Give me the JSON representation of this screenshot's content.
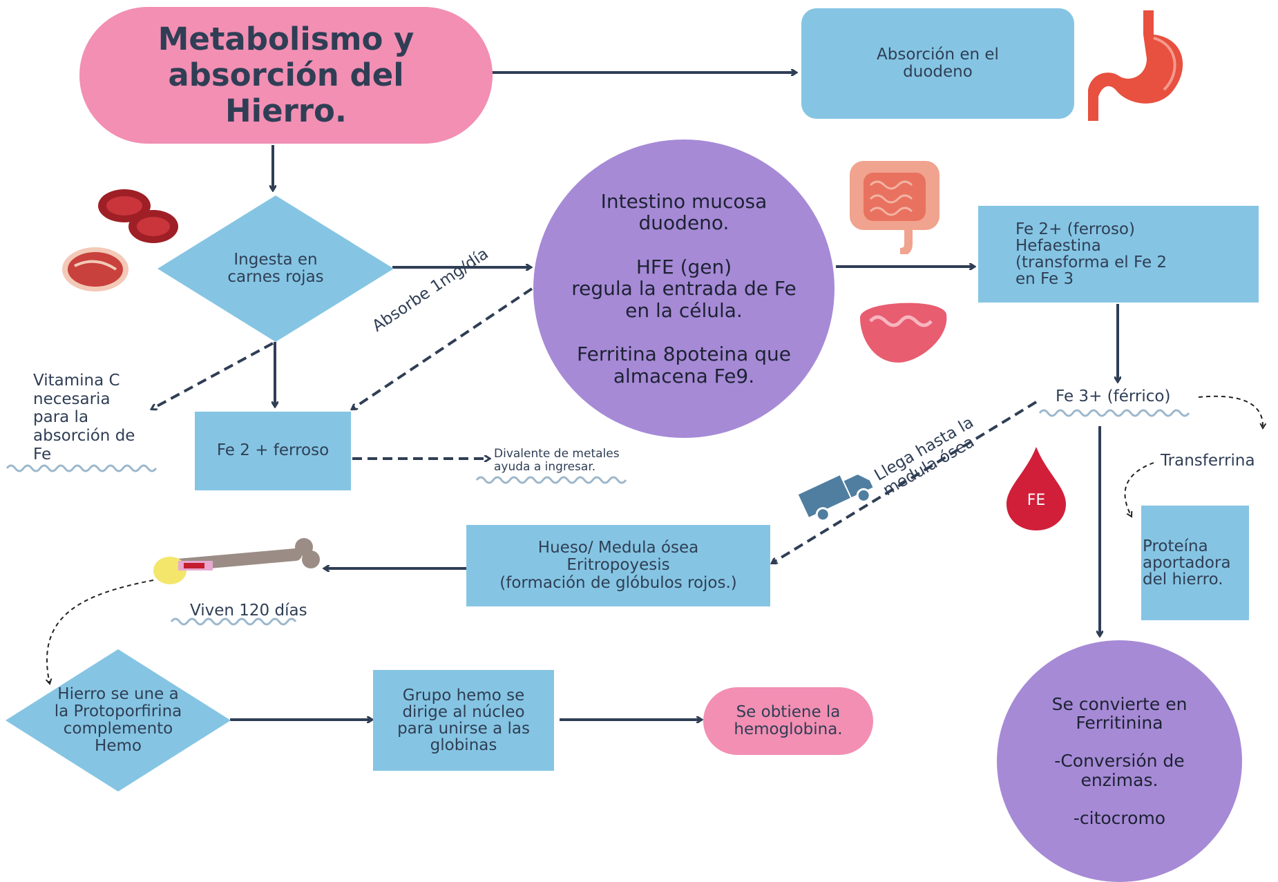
{
  "title": "Metabolismo y\nabsorción del\nHierro.",
  "absorcion_duodeno": "Absorción en el\nduodeno",
  "ingesta": "Ingesta en\ncarnes rojas",
  "intestino": "Intestino mucosa\nduodeno.\n\nHFE (gen)\nregula la entrada de Fe\nen la célula.\n\nFerritina 8poteina que\nalmacena Fe9.",
  "fe2_box": "Fe 2+ (ferroso)\nHefaestina\n(transforma el Fe 2\nen Fe 3",
  "vitamina_c": "Vitamina C\nnecesaria\npara la\nabsorción de\nFe",
  "fe2_ferroso": "Fe 2 + ferroso",
  "absorbe": "Absorbe 1mg/día",
  "divalente": "Divalente de metales\nayuda a ingresar.",
  "fe3": "Fe 3+ (férrico)",
  "transferrina": "Transferrina",
  "llega": "Llega hasta la\nmedula ósea",
  "fe_drop": "FE",
  "proteina": "Proteína\naportadora\ndel  hierro.",
  "hueso": "Hueso/ Medula ósea\nEritropoyesis\n(formación de glóbulos rojos.)",
  "viven": "Viven 120 días",
  "hierro_une": "Hierro se une a\nla Protoporfirina\ncomplemento\nHemo",
  "grupo_hemo": "Grupo hemo se\ndirige al núcleo\npara unirse a las\nglobinas",
  "hemoglobina": "Se obtiene la\nhemoglobina.",
  "ferritina": "Se convierte en\nFerritinina\n\n-Conversión de\nenzimas.\n\n-citocromo",
  "colors": {
    "pink": "#f28fb3",
    "blue": "#85c5e3",
    "purple": "#a68ad6",
    "navy": "#2f3e55",
    "blood": "#d11f3a"
  },
  "icons": [
    "stomach-icon",
    "meat-steak-icon",
    "intestine-icon",
    "liver-icon",
    "blood-drop-icon",
    "truck-icon",
    "bone-icon"
  ]
}
